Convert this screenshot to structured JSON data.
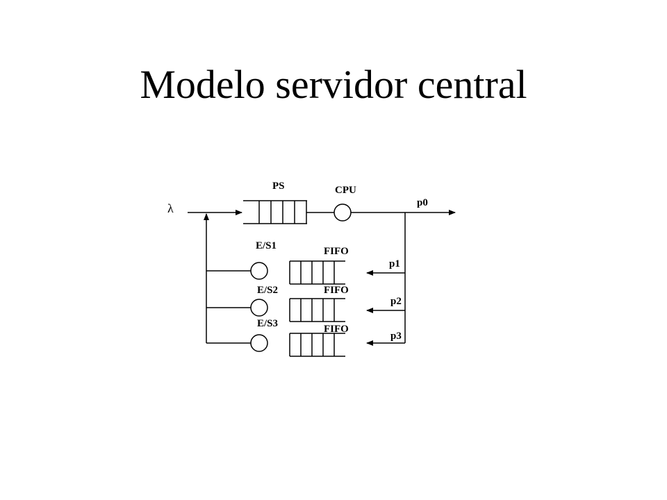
{
  "title": "Modelo servidor central",
  "diagram": {
    "arrival_symbol": "λ",
    "ps_queue_label": "PS",
    "cpu_label": "CPU",
    "io_servers": [
      {
        "server_label": "E/S1",
        "queue_label": "FIFO",
        "prob_label": "p1"
      },
      {
        "server_label": "E/S2",
        "queue_label": "FIFO",
        "prob_label": "p2"
      },
      {
        "server_label": "E/S3",
        "queue_label": "FIFO",
        "prob_label": "p3"
      }
    ],
    "exit_prob_label": "p0"
  }
}
